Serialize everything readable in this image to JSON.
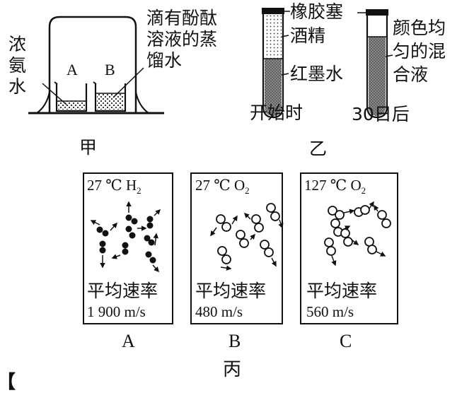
{
  "jia": {
    "caption": "甲",
    "ammonia_label_lines": [
      "浓",
      "氨",
      "水"
    ],
    "beaker_a": "A",
    "beaker_b": "B",
    "phenol_label_lines": [
      "滴有酚酞",
      "溶液的蒸",
      "馏水"
    ]
  },
  "yi": {
    "caption": "乙",
    "stopper": "橡胶塞",
    "alcohol": "酒精",
    "red_ink": "红墨水",
    "start": "开始时",
    "after": "30日后",
    "mixed_lines": [
      "颜色均",
      "匀的混",
      "合液"
    ]
  },
  "bing": {
    "caption": "丙",
    "panels": [
      {
        "letter": "A",
        "temp": "27 ℃",
        "gas": "H",
        "sub": "2",
        "rate_label": "平均速率",
        "rate": "1 900 m/s"
      },
      {
        "letter": "B",
        "temp": "27 ℃",
        "gas": "O",
        "sub": "2",
        "rate_label": "平均速率",
        "rate": "480 m/s"
      },
      {
        "letter": "C",
        "temp": "127 ℃",
        "gas": "O",
        "sub": "2",
        "rate_label": "平均速率",
        "rate": "560 m/s"
      }
    ]
  },
  "footer_fragment": "【"
}
